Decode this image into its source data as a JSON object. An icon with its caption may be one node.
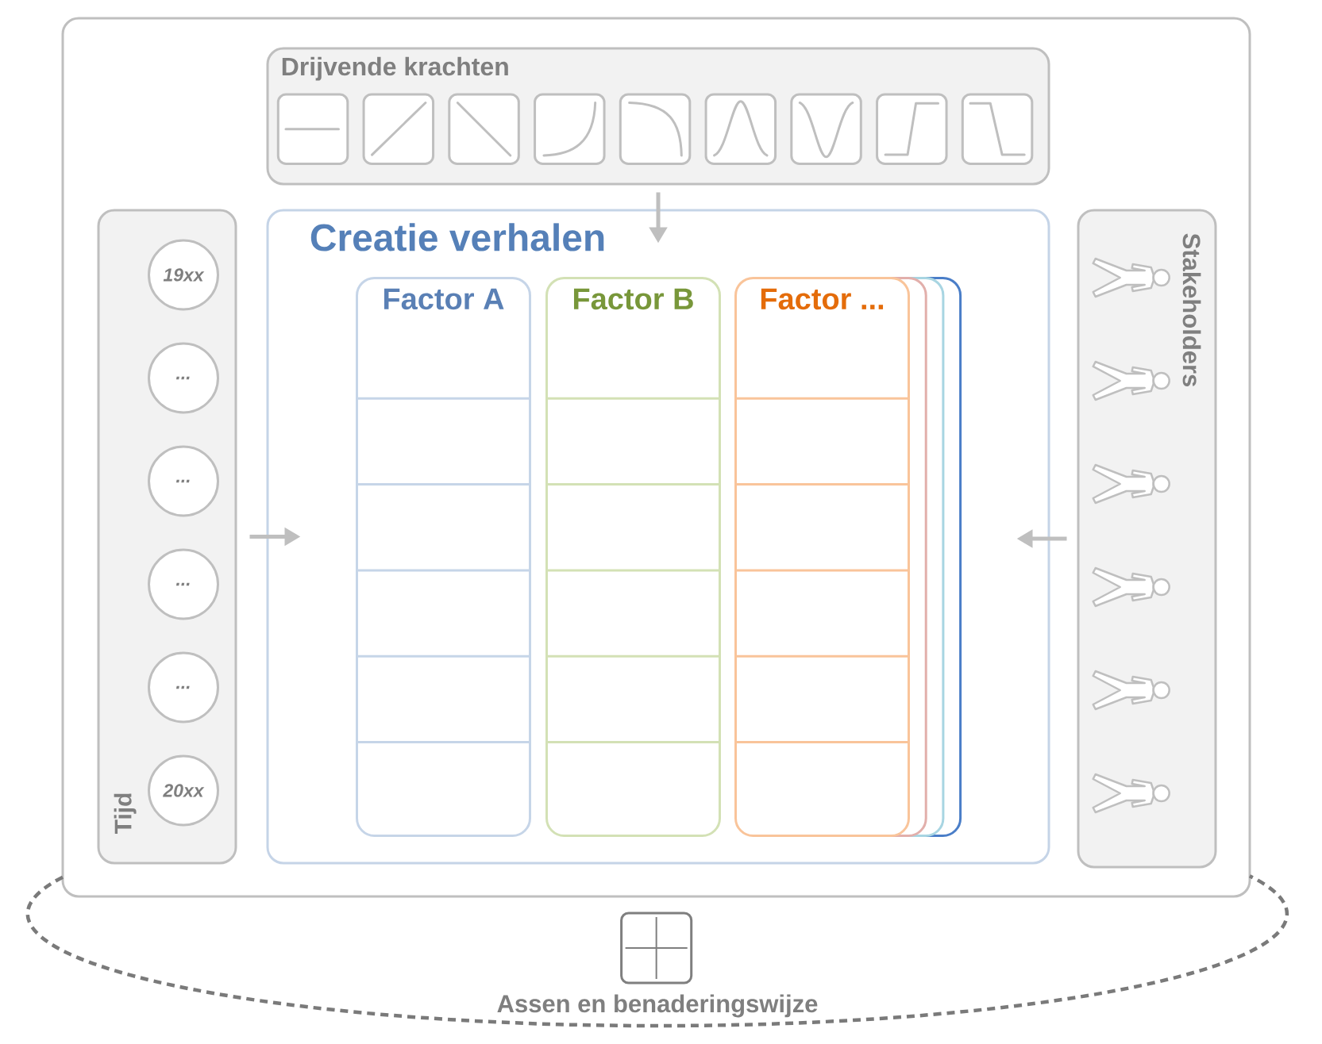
{
  "diagram": {
    "nodes": [
      {
        "text": [
          "Drijvende krachten"
        ]
      },
      {
        "text": [
          "Tijd"
        ]
      },
      {
        "text": [
          "19xx"
        ],
        "in": 1
      },
      {
        "text": [
          "..."
        ],
        "in": 1
      },
      {
        "text": [
          "..."
        ],
        "in": 1
      },
      {
        "text": [
          "..."
        ],
        "in": 1
      },
      {
        "text": [
          "..."
        ],
        "in": 1
      },
      {
        "text": [
          "20xx"
        ],
        "in": 1
      },
      {
        "text": [
          "Creatie verhalen"
        ]
      },
      {
        "text": [
          "Factor A"
        ],
        "in": 8
      },
      {
        "text": [
          "Factor B"
        ],
        "in": 8
      },
      {
        "text": [
          "Factor ..."
        ],
        "in": 8
      },
      {
        "text": [
          "Stakeholders"
        ]
      },
      {
        "text": [
          "Assen en benaderingswijze"
        ]
      }
    ],
    "edges": [
      {
        "from": 0,
        "to": 8,
        "arrow": "to"
      },
      {
        "from": 1,
        "to": 8,
        "arrow": "to"
      },
      {
        "from": 12,
        "to": 8,
        "arrow": "to"
      }
    ]
  }
}
